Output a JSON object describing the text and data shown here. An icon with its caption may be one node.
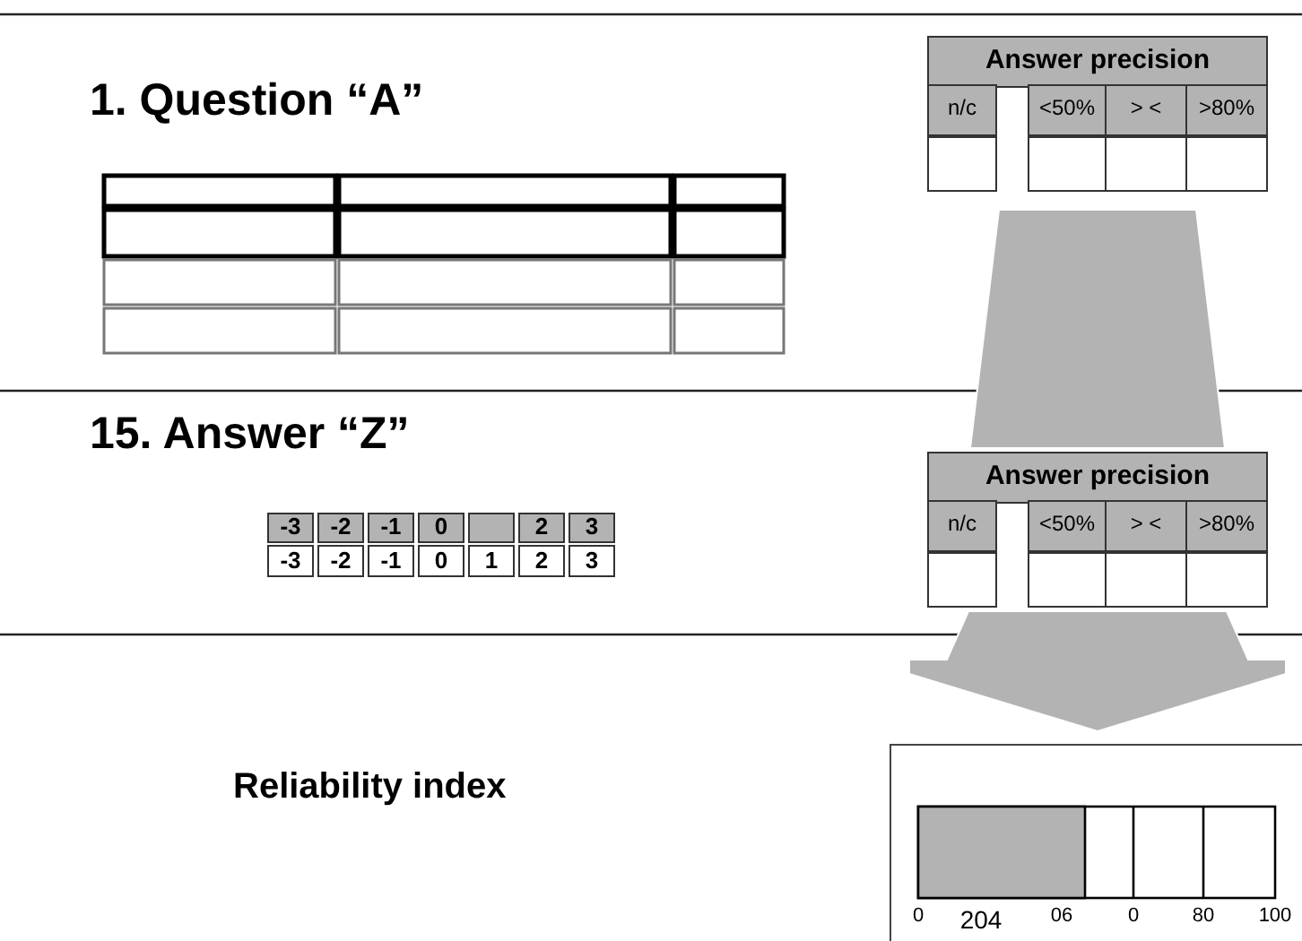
{
  "diagram": {
    "nodes": [
      {
        "text": [
          "Answer precision",
          "n/c",
          "<50%",
          "> <",
          ">80%"
        ]
      },
      {
        "text": [
          "Answer precision",
          "n/c",
          "<50%",
          "> <",
          ">80%"
        ]
      },
      {
        "text": [
          "0",
          "204",
          "06",
          "0",
          "80",
          "100"
        ]
      }
    ],
    "edges": [
      {
        "from": 0,
        "to": 1,
        "arrow": "none"
      },
      {
        "from": 1,
        "to": 2,
        "arrow": "to"
      }
    ],
    "labels": [
      "1. Question “A”",
      "15. Answer “Z”",
      "-3",
      "-2",
      "-1",
      "0",
      "2",
      "3",
      "-3",
      "-2",
      "-1",
      "0",
      "1",
      "2",
      "3",
      "Reliability index"
    ]
  }
}
